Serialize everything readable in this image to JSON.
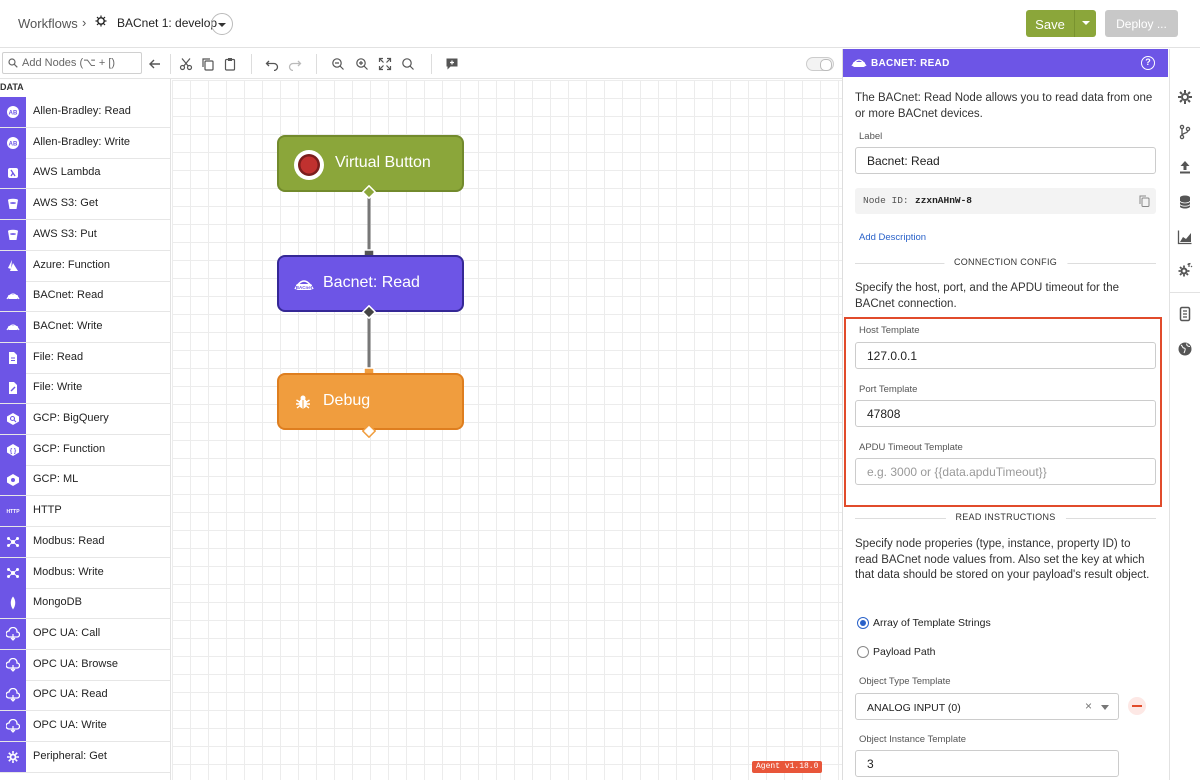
{
  "topbar": {
    "breadcrumb_root": "Workflows",
    "breadcrumb_sep": "›",
    "workflow_name": "BACnet 1: develop",
    "save_label": "Save",
    "deploy_label": "Deploy ..."
  },
  "toolbar": {
    "search_placeholder": "Add Nodes (⌥ + [)"
  },
  "palette": {
    "section": "DATA",
    "items": [
      {
        "label": "Allen-Bradley: Read",
        "icon": "ab-icon"
      },
      {
        "label": "Allen-Bradley: Write",
        "icon": "ab-icon"
      },
      {
        "label": "AWS Lambda",
        "icon": "aws-lambda-icon"
      },
      {
        "label": "AWS S3: Get",
        "icon": "bucket-icon"
      },
      {
        "label": "AWS S3: Put",
        "icon": "bucket-icon"
      },
      {
        "label": "Azure: Function",
        "icon": "azure-icon"
      },
      {
        "label": "BACnet: Read",
        "icon": "bacnet-icon"
      },
      {
        "label": "BACnet: Write",
        "icon": "bacnet-icon"
      },
      {
        "label": "File: Read",
        "icon": "file-icon"
      },
      {
        "label": "File: Write",
        "icon": "file-edit-icon"
      },
      {
        "label": "GCP: BigQuery",
        "icon": "gcp-bigquery-icon"
      },
      {
        "label": "GCP: Function",
        "icon": "gcp-function-icon"
      },
      {
        "label": "GCP: ML",
        "icon": "gcp-ml-icon"
      },
      {
        "label": "HTTP",
        "icon": "http-icon"
      },
      {
        "label": "Modbus: Read",
        "icon": "modbus-icon"
      },
      {
        "label": "Modbus: Write",
        "icon": "modbus-icon"
      },
      {
        "label": "MongoDB",
        "icon": "mongodb-icon"
      },
      {
        "label": "OPC UA: Call",
        "icon": "opcua-icon"
      },
      {
        "label": "OPC UA: Browse",
        "icon": "opcua-icon"
      },
      {
        "label": "OPC UA: Read",
        "icon": "opcua-icon"
      },
      {
        "label": "OPC UA: Write",
        "icon": "opcua-icon"
      },
      {
        "label": "Peripheral: Get",
        "icon": "gear-icon"
      }
    ]
  },
  "canvas": {
    "nodes": [
      {
        "label": "Virtual Button",
        "color": "#8ba63a"
      },
      {
        "label": "Bacnet: Read",
        "color": "#6d55e6"
      },
      {
        "label": "Debug",
        "color": "#f09d3e"
      }
    ],
    "agent_version": "Agent v1.18.0"
  },
  "panel": {
    "title": "BACNET: READ",
    "intro": "The BACnet: Read Node allows you to read data from one or more BACnet devices.",
    "label_caption": "Label",
    "label_value": "Bacnet: Read",
    "node_id_caption": "Node ID:",
    "node_id_value": "zzxnAHnW-8",
    "add_description": "Add Description",
    "connection_section": "CONNECTION CONFIG",
    "connection_text": "Specify the host, port, and the APDU timeout for the BACnet connection.",
    "host_caption": "Host Template",
    "host_value": "127.0.0.1",
    "port_caption": "Port Template",
    "port_value": "47808",
    "apdu_caption": "APDU Timeout Template",
    "apdu_placeholder": "e.g. 3000 or {{data.apduTimeout}}",
    "read_section": "READ INSTRUCTIONS",
    "read_text": "Specify node properies (type, instance, property ID) to read BACnet node values from. Also set the key at which that data should be stored on your payload's result object.",
    "radio_array": "Array of Template Strings",
    "radio_payload": "Payload Path",
    "object_type_caption": "Object Type Template",
    "object_type_value": "ANALOG INPUT (0)",
    "object_instance_caption": "Object Instance Template",
    "object_instance_value": "3"
  },
  "colors": {
    "accent": "#6d55e6",
    "save": "#8ba63a",
    "debug": "#f09d3e",
    "highlight": "#e14b2b"
  }
}
